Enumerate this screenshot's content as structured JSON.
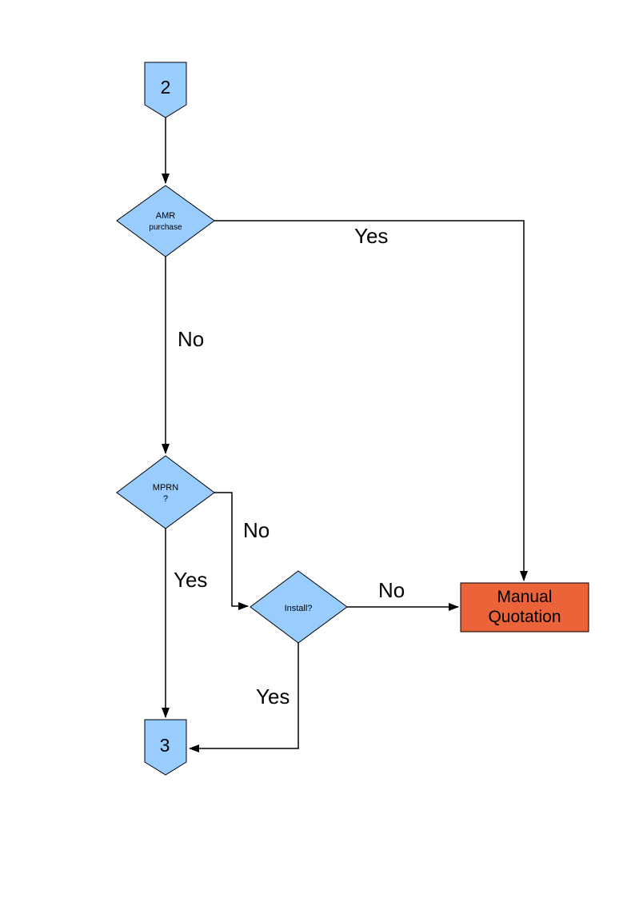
{
  "colors": {
    "node_fill": "#99CCFF",
    "node_stroke": "#000000",
    "highlight_fill": "#EB6339",
    "connector_line": "#000000",
    "background": "#FFFFFF"
  },
  "nodes": {
    "connector_2": {
      "type": "off-page-connector",
      "label": "2"
    },
    "amr_purchase": {
      "type": "decision",
      "line1": "AMR",
      "line2": "purchase"
    },
    "mprn": {
      "type": "decision",
      "line1": "MPRN",
      "line2": "?"
    },
    "install": {
      "type": "decision",
      "label": "Install?"
    },
    "manual_quotation": {
      "type": "process",
      "line1": "Manual",
      "line2": "Quotation"
    },
    "connector_3": {
      "type": "off-page-connector",
      "label": "3"
    }
  },
  "edges": {
    "start_to_amr": {
      "label": "",
      "from": "connector_2",
      "to": "amr_purchase"
    },
    "amr_yes": {
      "label": "Yes",
      "from": "amr_purchase",
      "to": "manual_quotation"
    },
    "amr_no": {
      "label": "No",
      "from": "amr_purchase",
      "to": "mprn"
    },
    "mprn_no": {
      "label": "No",
      "from": "mprn",
      "to": "install"
    },
    "mprn_yes": {
      "label": "Yes",
      "from": "mprn",
      "to": "connector_3"
    },
    "install_no": {
      "label": "No",
      "from": "install",
      "to": "manual_quotation"
    },
    "install_yes": {
      "label": "Yes",
      "from": "install",
      "to": "connector_3"
    }
  }
}
